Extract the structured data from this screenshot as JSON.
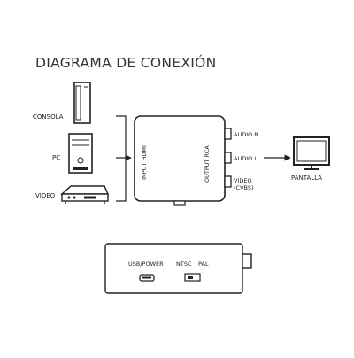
{
  "title": "DIAGRAMA DE CONEXIÓN",
  "sources": {
    "console": "CONSOLA",
    "pc": "PC",
    "video": "VIDEO"
  },
  "converter": {
    "input": "INPUT HDMI",
    "output": "OUTPUT RCA"
  },
  "ports": {
    "audio_r": "AUDIO R",
    "audio_l": "AUDIO L",
    "video_line1": "VIDEO",
    "video_line2": "(CVBS)"
  },
  "display": "PANTALLA",
  "side_panel": {
    "usb": "USB/POWER",
    "ntsc": "NTSC",
    "pal": "PAL"
  }
}
